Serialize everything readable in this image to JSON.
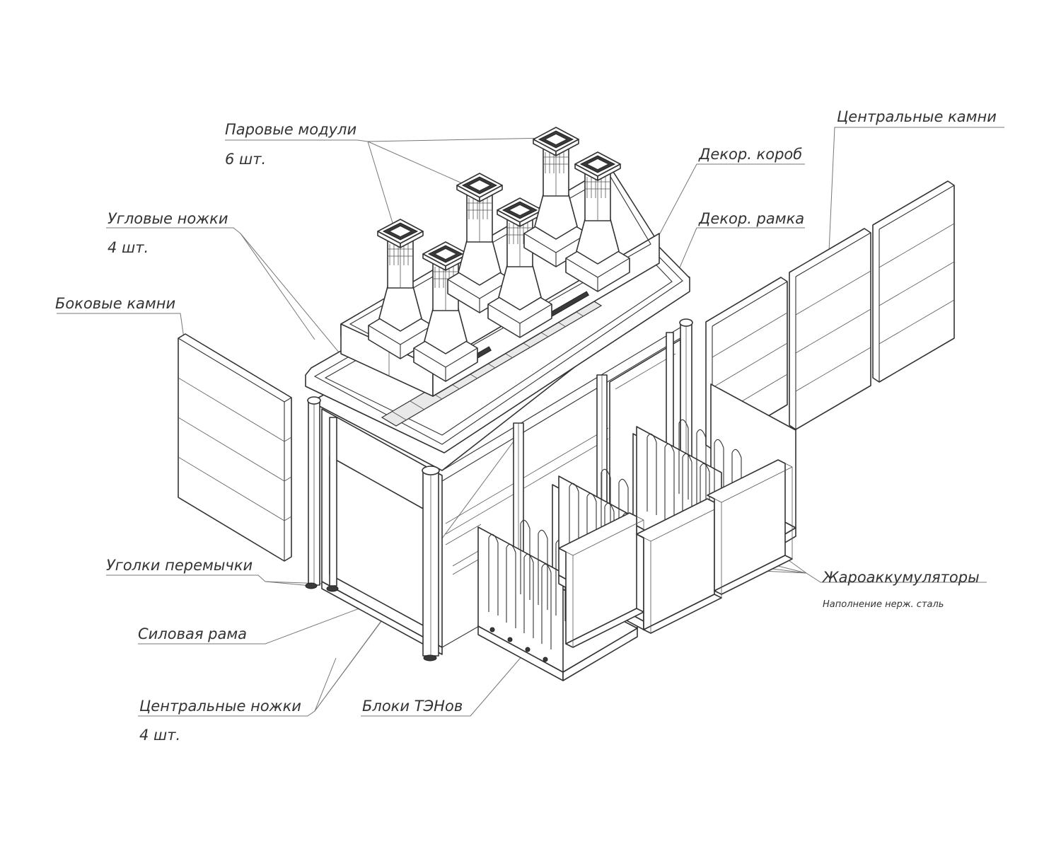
{
  "labels": {
    "steam_modules": "Паровые модули",
    "steam_modules_qty": "6 шт.",
    "central_stones": "Центральные камни",
    "decor_box": "Декор. короб",
    "decor_frame": "Декор. рамка",
    "corner_legs": "Угловые ножки",
    "corner_legs_qty": "4 шт.",
    "side_stones": "Боковые камни",
    "jumper_angles": "Уголки перемычки",
    "power_frame": "Силовая рама",
    "central_legs": "Центральные ножки",
    "central_legs_qty": "4 шт.",
    "heater_blocks": "Блоки ТЭНов",
    "heat_accumulators": "Жароаккумуляторы",
    "heat_accumulators_fill": "Наполнение нерж. сталь"
  },
  "colors": {
    "line": "#333333",
    "leader": "#777777",
    "background": "#ffffff"
  }
}
